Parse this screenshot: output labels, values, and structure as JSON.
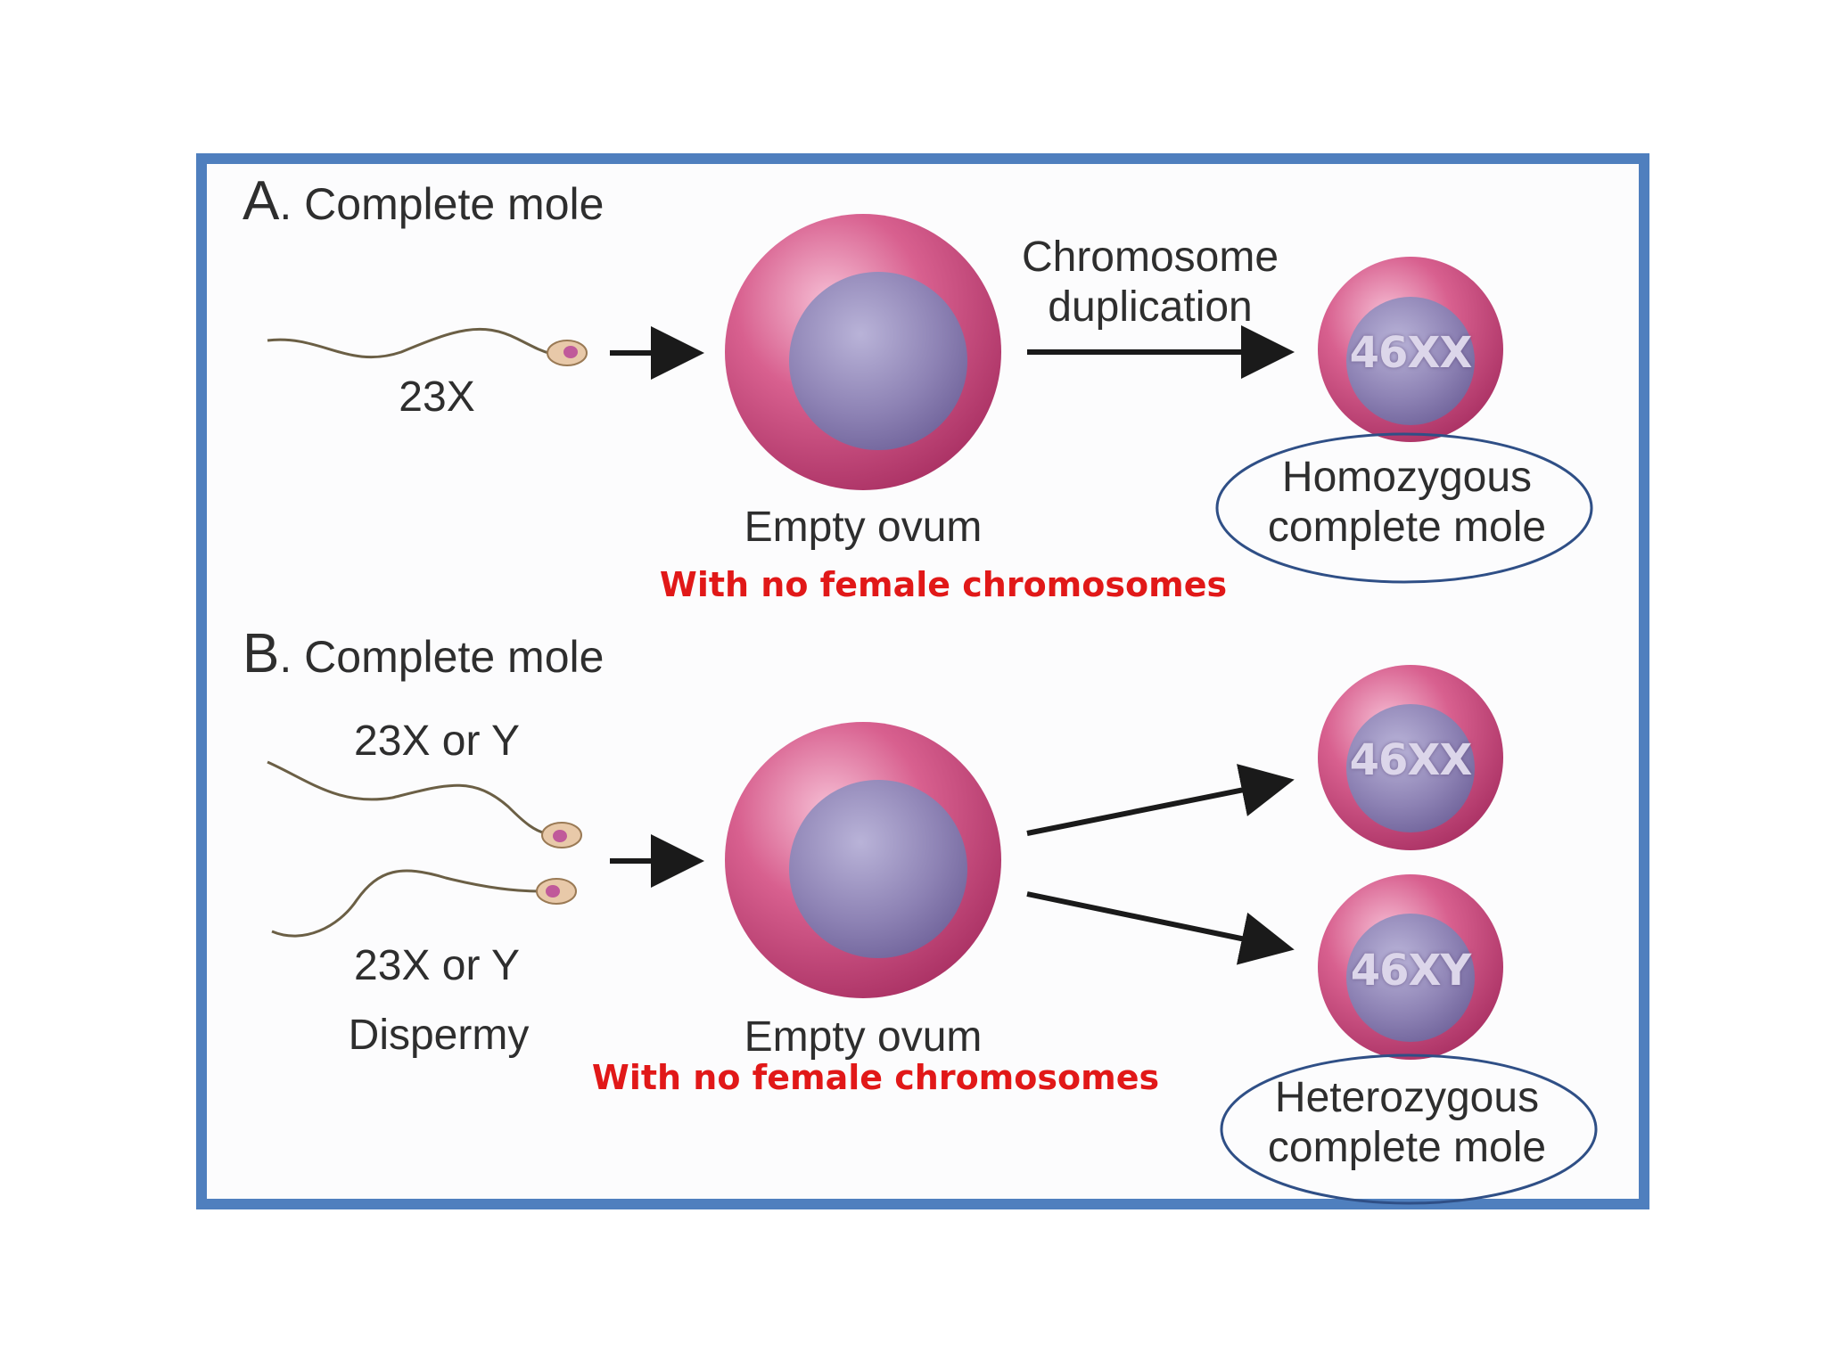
{
  "panel_a": {
    "letter": "A",
    "title": "Complete mole",
    "sperm_label": "23X",
    "ovum_label": "Empty ovum",
    "ovum_note": "With no female chromosomes",
    "arrow_label_line1": "Chromosome",
    "arrow_label_line2": "duplication",
    "result_cell": "46XX",
    "result_label_line1": "Homozygous",
    "result_label_line2": "complete mole"
  },
  "panel_b": {
    "letter": "B",
    "title": "Complete mole",
    "sperm1_label": "23X or Y",
    "sperm2_label": "23X or Y",
    "process_label": "Dispermy",
    "ovum_label": "Empty ovum",
    "ovum_note": "With no female chromosomes",
    "result_cell_1": "46XX",
    "result_cell_2": "46XY",
    "result_label_line1": "Heterozygous",
    "result_label_line2": "complete mole"
  },
  "colors": {
    "frame": "#4f7fbe",
    "note_red": "#e11818",
    "ellipse_outline": "#2f4f86",
    "cell_outer": "#c9497e",
    "cell_nucleus": "#8a7fb0"
  }
}
